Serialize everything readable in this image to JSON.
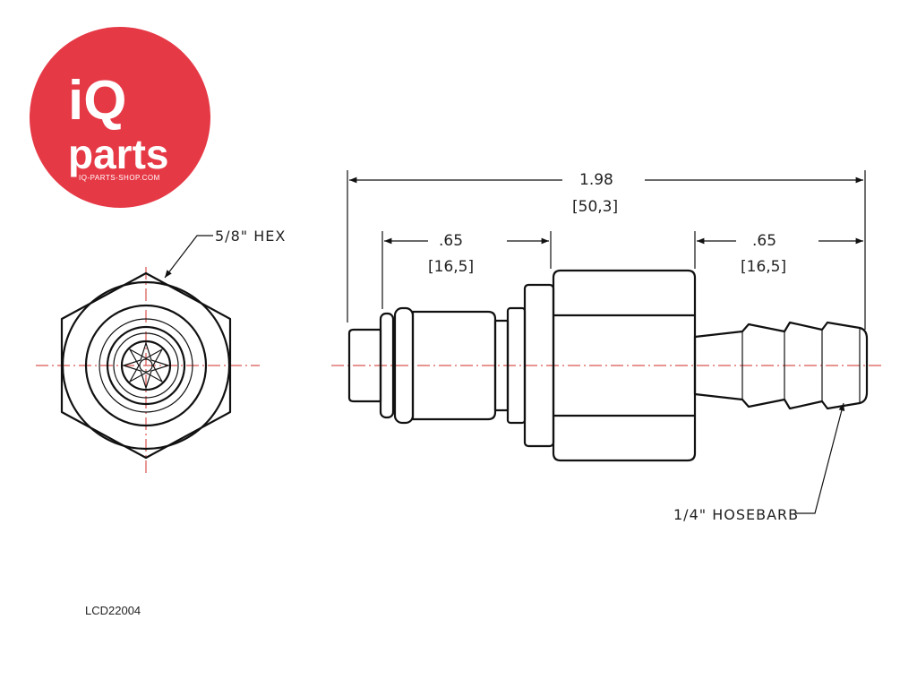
{
  "logo": {
    "line1": "iQ",
    "line2": "parts",
    "url": "IQ-PARTS-SHOP.COM",
    "color": "#e63946"
  },
  "dimensions": {
    "overall_in": "1.98",
    "overall_mm": "[50,3]",
    "left_in": ".65",
    "left_mm": "[16,5]",
    "right_in": ".65",
    "right_mm": "[16,5]"
  },
  "labels": {
    "hex": "5/8\" HEX",
    "hosebarb": "1/4\" HOSEBARB"
  },
  "part_code": "LCD22004",
  "colors": {
    "centerline": "#d9534f",
    "lines": "#111111"
  }
}
